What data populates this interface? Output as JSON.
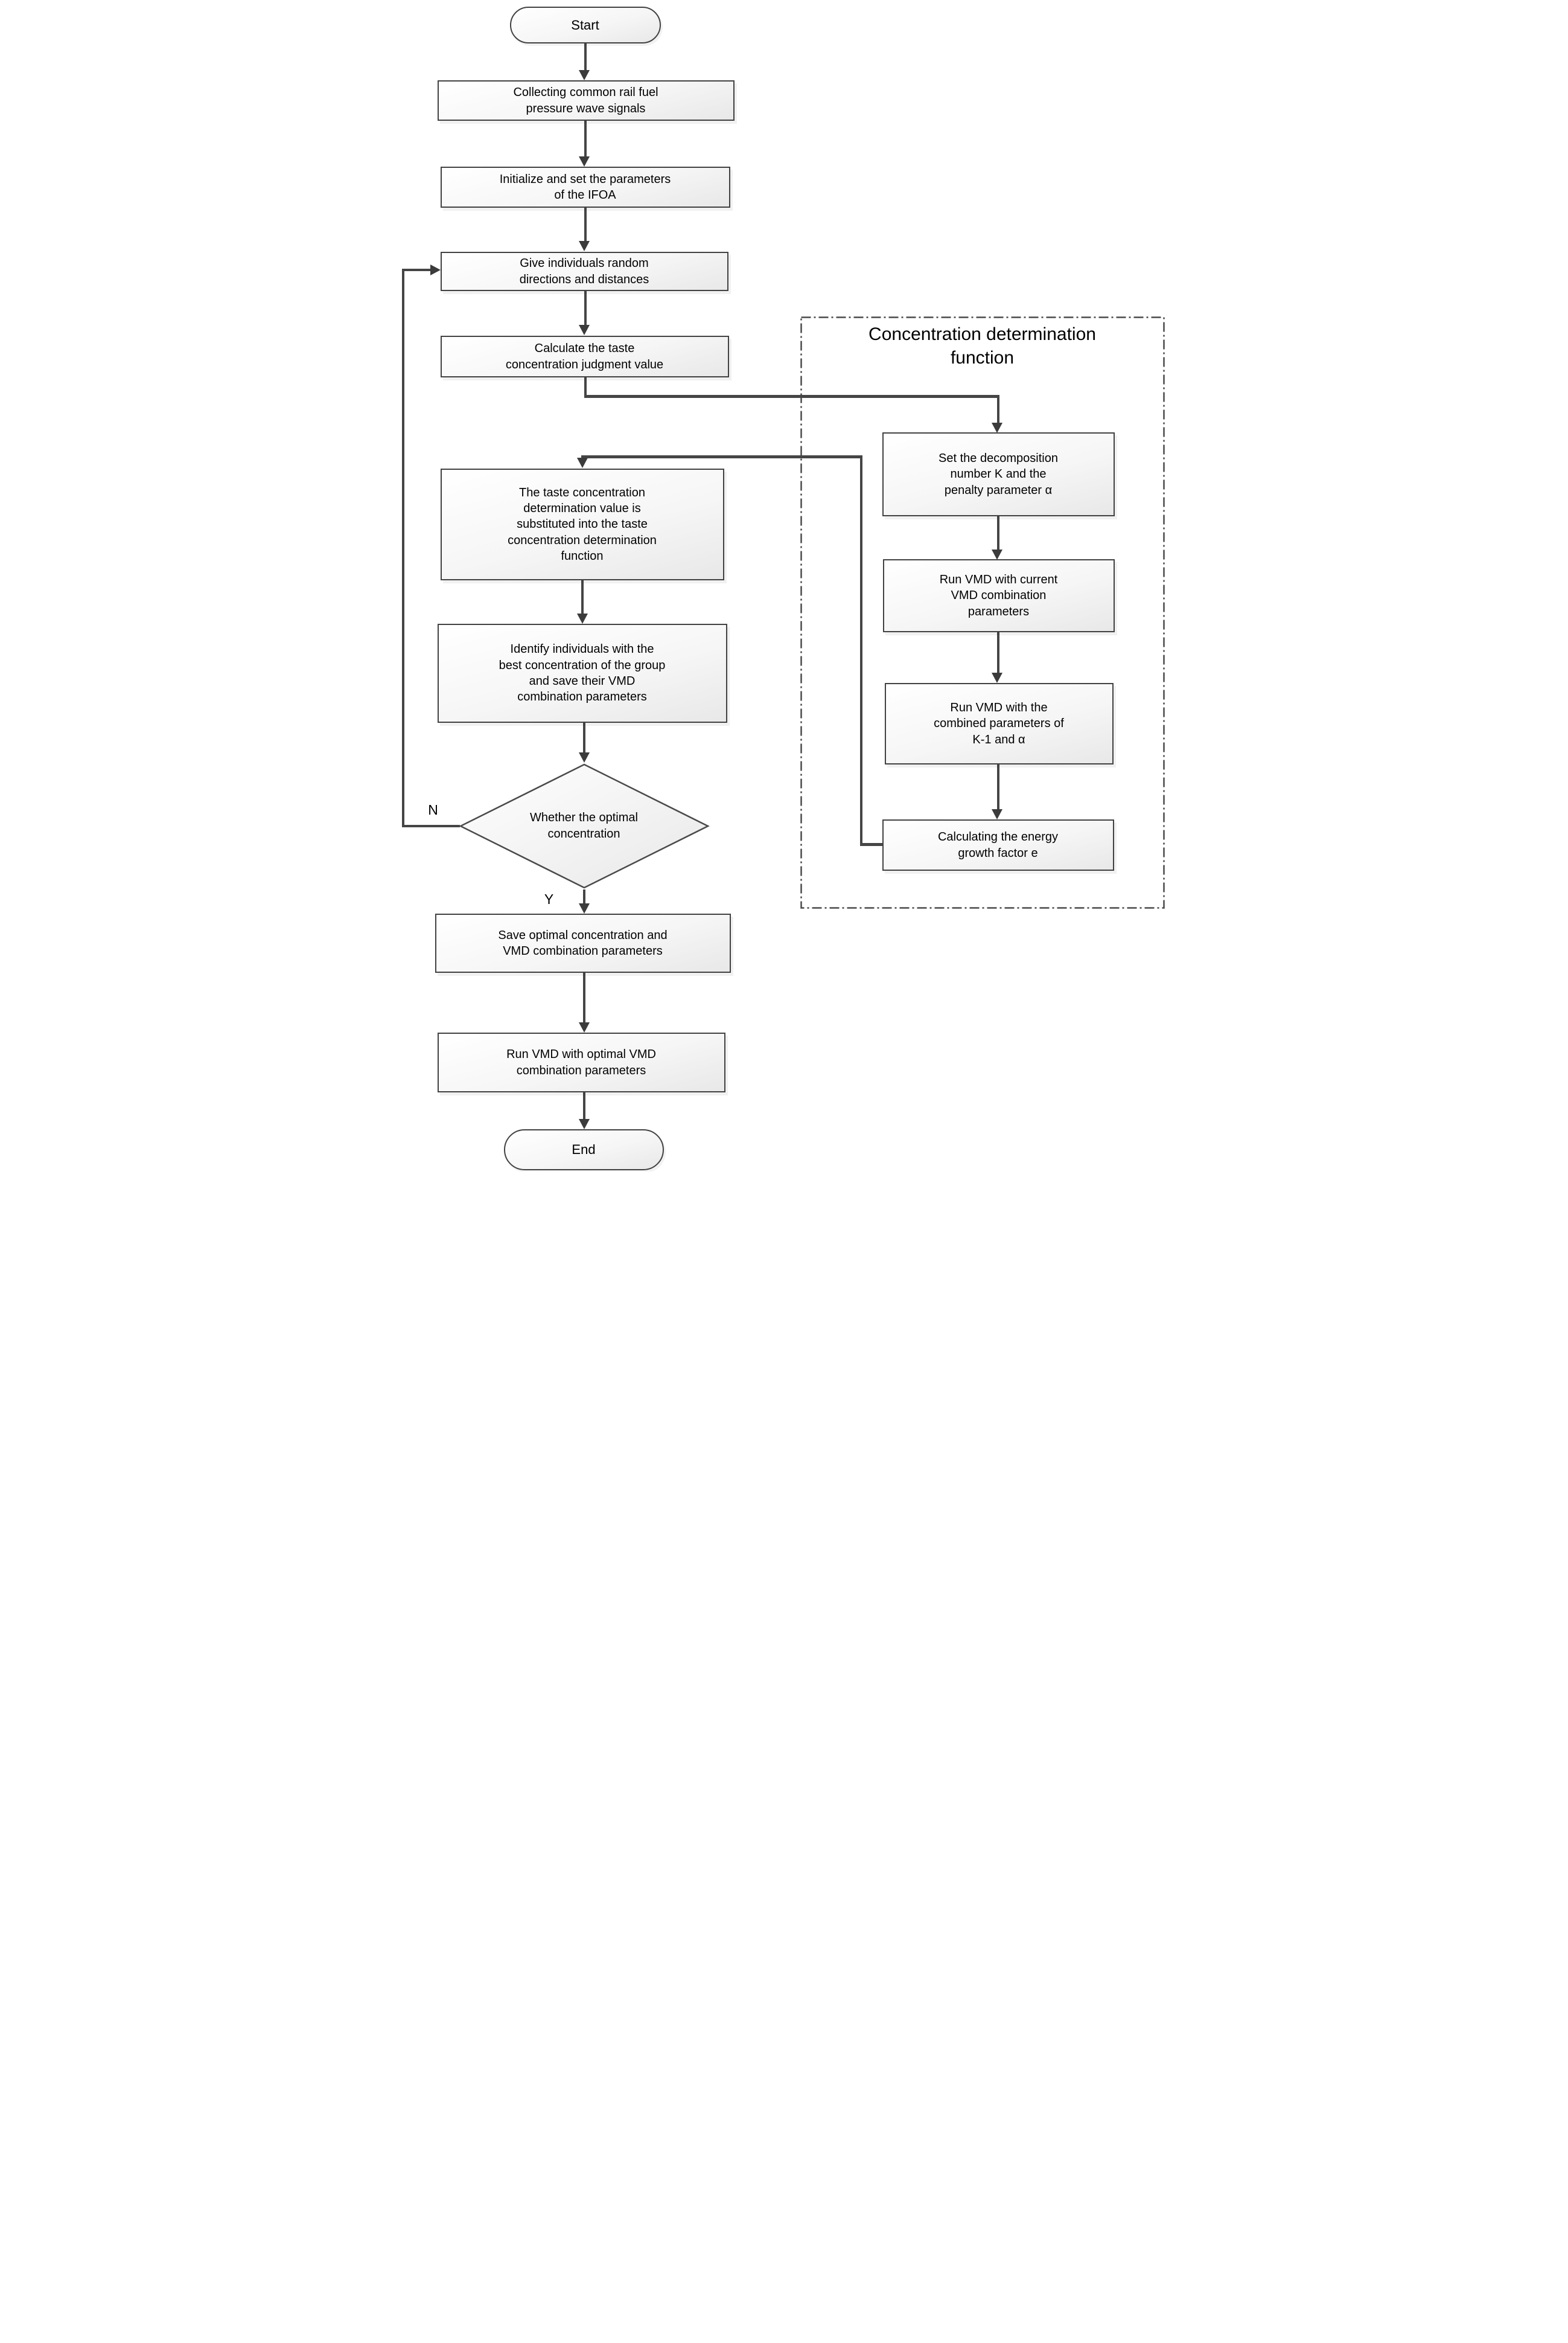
{
  "nodes": {
    "start": {
      "lines": [
        "Start"
      ]
    },
    "collect": {
      "lines": [
        "Collecting common rail fuel",
        "pressure wave signals"
      ]
    },
    "init": {
      "lines": [
        "Initialize and set the parameters",
        "of the IFOA"
      ]
    },
    "give": {
      "lines": [
        "Give individuals random",
        "directions and distances"
      ]
    },
    "calc": {
      "lines": [
        "Calculate the taste",
        "concentration judgment value"
      ]
    },
    "substitute": {
      "lines": [
        "The taste concentration",
        "determination value is",
        "substituted into the taste",
        "concentration determination",
        "function"
      ]
    },
    "identify": {
      "lines": [
        "Identify individuals with the",
        "best concentration of the group",
        "and save their VMD",
        "combination parameters"
      ]
    },
    "decision": {
      "lines": [
        "Whether the optimal",
        "concentration"
      ]
    },
    "save": {
      "lines": [
        "Save optimal concentration and",
        "VMD combination parameters"
      ]
    },
    "run_optimal": {
      "lines": [
        "Run VMD with optimal VMD",
        "combination parameters"
      ]
    },
    "end": {
      "lines": [
        "End"
      ]
    }
  },
  "group": {
    "title_lines": [
      "Concentration determination",
      "function"
    ],
    "nodes": {
      "set_k": {
        "lines": [
          "Set the decomposition",
          "number K and the",
          "penalty parameter α"
        ]
      },
      "run_current": {
        "lines": [
          "Run VMD with current",
          "VMD combination",
          "parameters"
        ]
      },
      "run_k1": {
        "lines": [
          "Run VMD with the",
          "combined parameters of",
          "K-1 and α"
        ]
      },
      "energy": {
        "lines": [
          "Calculating the energy",
          "growth factor e"
        ]
      }
    }
  },
  "branch_labels": {
    "no": "N",
    "yes": "Y"
  },
  "colors": {
    "node_border": "#424242",
    "connector_line": "#454545",
    "arrowhead": "#3b3b3b",
    "fill_top": "#ffffff",
    "fill_bottom": "#e8e8e8",
    "text": "#000000",
    "background": "#ffffff"
  }
}
